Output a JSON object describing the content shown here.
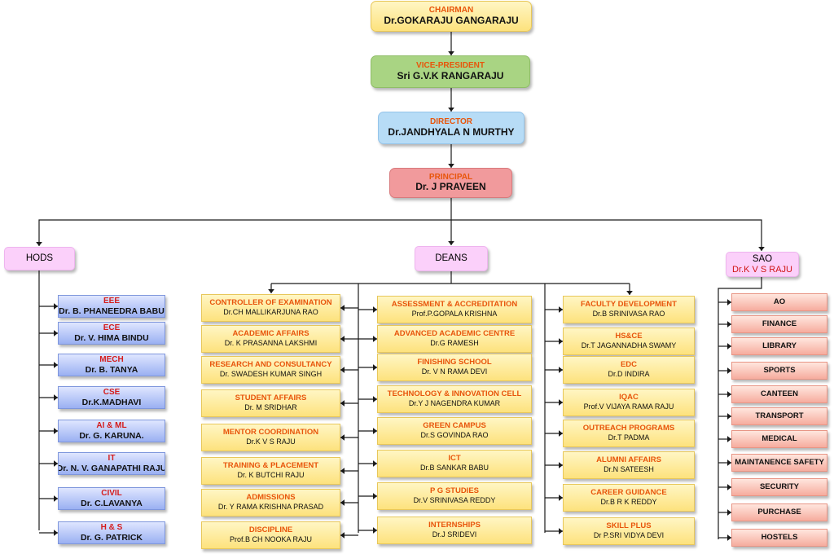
{
  "chain": [
    {
      "role": "CHAIRMAN",
      "name": "Dr.GOKARAJU GANGARAJU"
    },
    {
      "role": "VICE-PRESIDENT",
      "name": "Sri G.V.K RANGARAJU"
    },
    {
      "role": "DIRECTOR",
      "name": "Dr.JANDHYALA N MURTHY"
    },
    {
      "role": "PRINCIPAL",
      "name": "Dr. J PRAVEEN"
    }
  ],
  "heads": {
    "hods": "HODS",
    "deans": "DEANS",
    "sao": "SAO",
    "sao_name": "Dr.K V S RAJU"
  },
  "hods": [
    {
      "dept": "EEE",
      "name": "Dr. B. PHANEEDRA BABU"
    },
    {
      "dept": "ECE",
      "name": "Dr. V. HIMA BINDU"
    },
    {
      "dept": "MECH",
      "name": "Dr. B. TANYA"
    },
    {
      "dept": "CSE",
      "name": "Dr.K.MADHAVI"
    },
    {
      "dept": "AI & ML",
      "name": "Dr. G. KARUNA."
    },
    {
      "dept": "IT",
      "name": "Dr. N. V. GANAPATHI RAJU"
    },
    {
      "dept": "CIVIL",
      "name": "Dr. C.LAVANYA"
    },
    {
      "dept": "H & S",
      "name": "Dr. G. PATRICK"
    }
  ],
  "deans_col1": [
    {
      "role": "CONTROLLER OF EXAMINATION",
      "name": "Dr.CH MALLIKARJUNA RAO"
    },
    {
      "role": "ACADEMIC AFFAIRS",
      "name": "Dr. K PRASANNA LAKSHMI"
    },
    {
      "role": "RESEARCH AND CONSULTANCY",
      "name": "Dr. SWADESH KUMAR SINGH"
    },
    {
      "role": "STUDENT AFFAIRS",
      "name": "Dr. M  SRIDHAR"
    },
    {
      "role": "MENTOR COORDINATION",
      "name": "Dr.K V S RAJU"
    },
    {
      "role": "TRAINING  & PLACEMENT",
      "name": "Dr. K BUTCHI RAJU"
    },
    {
      "role": "ADMISSIONS",
      "name": "Dr. Y RAMA KRISHNA PRASAD"
    },
    {
      "role": "DISCIPLINE",
      "name": "Prof.B CH NOOKA RAJU"
    }
  ],
  "deans_col2": [
    {
      "role": "ASSESSMENT & ACCREDITATION",
      "name": "Prof.P.GOPALA KRISHNA"
    },
    {
      "role": "ADVANCED ACADEMIC CENTRE",
      "name": "Dr.G RAMESH"
    },
    {
      "role": "FINISHING SCHOOL",
      "name": "Dr. V N RAMA DEVI"
    },
    {
      "role": "TECHNOLOGY & INNOVATION CELL",
      "name": "Dr.Y J NAGENDRA KUMAR"
    },
    {
      "role": "GREEN CAMPUS",
      "name": "Dr.S GOVINDA RAO"
    },
    {
      "role": "ICT",
      "name": "Dr.B SANKAR BABU"
    },
    {
      "role": "P G STUDIES",
      "name": "Dr.V SRINIVASA REDDY"
    },
    {
      "role": "INTERNSHIPS",
      "name": "Dr.J SRIDEVI"
    }
  ],
  "deans_col3": [
    {
      "role": "FACULTY DEVELOPMENT",
      "name": "Dr.B SRINIVASA RAO"
    },
    {
      "role": "HS&CE",
      "name": "Dr.T JAGANNADHA SWAMY"
    },
    {
      "role": "EDC",
      "name": "Dr.D INDIRA"
    },
    {
      "role": "IQAC",
      "name": "Prof.V VIJAYA RAMA RAJU"
    },
    {
      "role": "OUTREACH PROGRAMS",
      "name": "Dr.T PADMA"
    },
    {
      "role": "ALUMNI AFFAIRS",
      "name": "Dr.N SATEESH"
    },
    {
      "role": "CAREER GUIDANCE",
      "name": "Dr.B R K REDDY"
    },
    {
      "role": "SKILL PLUS",
      "name": "Dr P.SRI VIDYA DEVI"
    }
  ],
  "sao_units": [
    "AO",
    "FINANCE",
    "LIBRARY",
    "SPORTS",
    "CANTEEN",
    "TRANSPORT",
    "MEDICAL",
    "MAINTANENCE SAFETY",
    "SECURITY",
    "PURCHASE",
    "HOSTELS"
  ]
}
